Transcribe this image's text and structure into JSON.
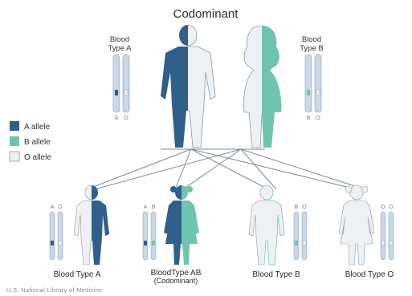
{
  "title": "Codominant",
  "parents": {
    "left": {
      "label_line1": "Blood",
      "label_line2": "Type A",
      "alleles": [
        "A",
        "O"
      ]
    },
    "right": {
      "label_line1": "Blood",
      "label_line2": "Type B",
      "alleles": [
        "B",
        "O"
      ]
    }
  },
  "legend": [
    {
      "label": "A allele",
      "color": "#2f5f8a"
    },
    {
      "label": "B allele",
      "color": "#6fc4b0"
    },
    {
      "label": "O allele",
      "color": "#eef1f4"
    }
  ],
  "children": [
    {
      "label": "Blood Type A",
      "alleles": [
        "A",
        "O"
      ]
    },
    {
      "label": "BloodType AB",
      "sublabel": "(Codominant)",
      "alleles": [
        "A",
        "B"
      ]
    },
    {
      "label": "Blood Type B",
      "alleles": [
        "B",
        "O"
      ]
    },
    {
      "label": "Blood Type O",
      "alleles": [
        "O",
        "O"
      ]
    }
  ],
  "credit": "U.S. National Library of Medicine",
  "colors": {
    "a_allele": "#2f5f8a",
    "b_allele": "#6fc4b0",
    "o_allele": "#eef1f4",
    "outline": "#8a9aa8",
    "chromosome": "#b9cde0",
    "connector": "#7d8b93"
  }
}
